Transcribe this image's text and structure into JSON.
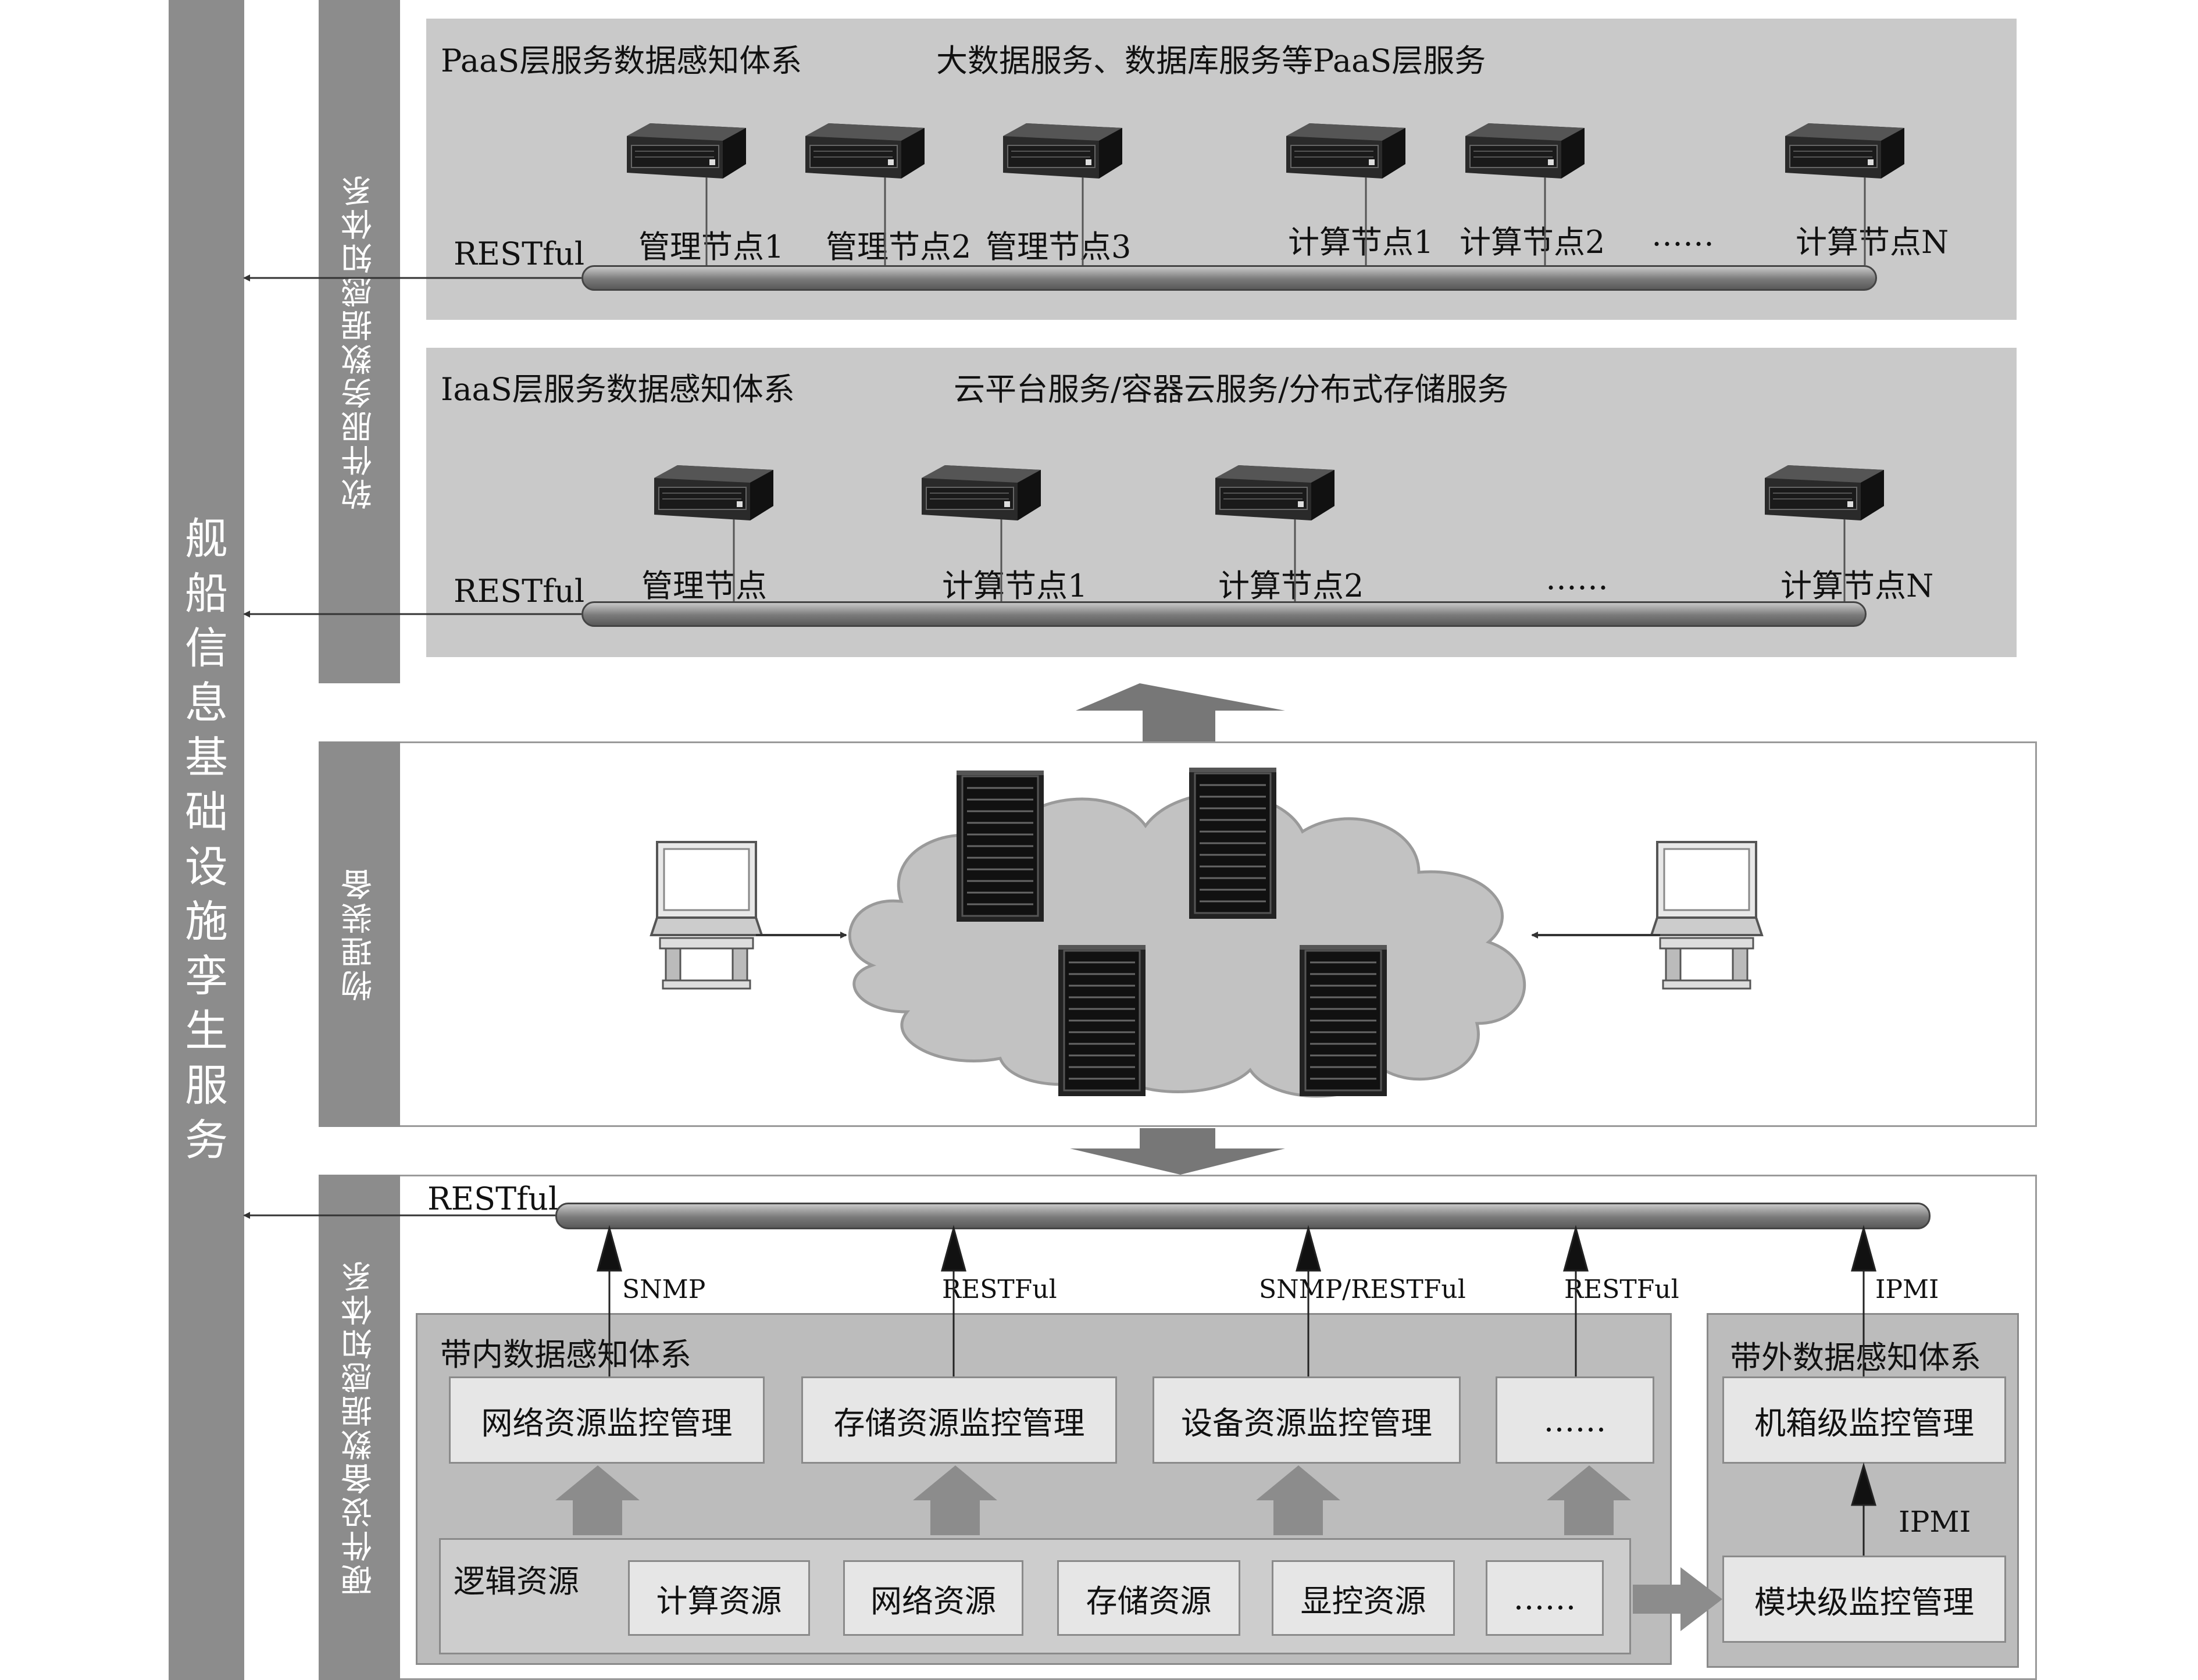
{
  "left_bar": {
    "title": "舰船信息基础设施孪生服务"
  },
  "software_bar": {
    "title": "软件服务数据感知体系"
  },
  "physical_bar": {
    "title": "物理装备"
  },
  "hardware_bar": {
    "title": "硬件设备数据感知体系"
  },
  "paas": {
    "title": "PaaS层服务数据感知体系",
    "subtitle": "大数据服务、数据库服务等PaaS层服务",
    "bus_label": "RESTful",
    "nodes": [
      "管理节点1",
      "管理节点2",
      "管理节点3",
      "计算节点1",
      "计算节点2",
      "……",
      "计算节点N"
    ]
  },
  "iaas": {
    "title": "IaaS层服务数据感知体系",
    "subtitle": "云平台服务/容器云服务/分布式存储服务",
    "bus_label": "RESTful",
    "nodes": [
      "管理节点",
      "计算节点1",
      "计算节点2",
      "……",
      "计算节点N"
    ]
  },
  "hardware": {
    "bus_label": "RESTful",
    "protocols": [
      "SNMP",
      "RESTFul",
      "SNMP/RESTFul",
      "RESTFul",
      "IPMI"
    ],
    "inband": {
      "title": "带内数据感知体系",
      "monitors": [
        "网络资源监控管理",
        "存储资源监控管理",
        "设备资源监控管理",
        "……"
      ],
      "logical_title": "逻辑资源",
      "resources": [
        "计算资源",
        "网络资源",
        "存储资源",
        "显控资源",
        "……"
      ]
    },
    "outband": {
      "title": "带外数据感知体系",
      "chassis": "机箱级监控管理",
      "module": "模块级监控管理",
      "ipmi_label": "IPMI"
    }
  },
  "colors": {
    "bar": "#8c8c8c",
    "panel": "#c9c9c9",
    "box": "#e6e6e6",
    "arrow": "#777777"
  }
}
